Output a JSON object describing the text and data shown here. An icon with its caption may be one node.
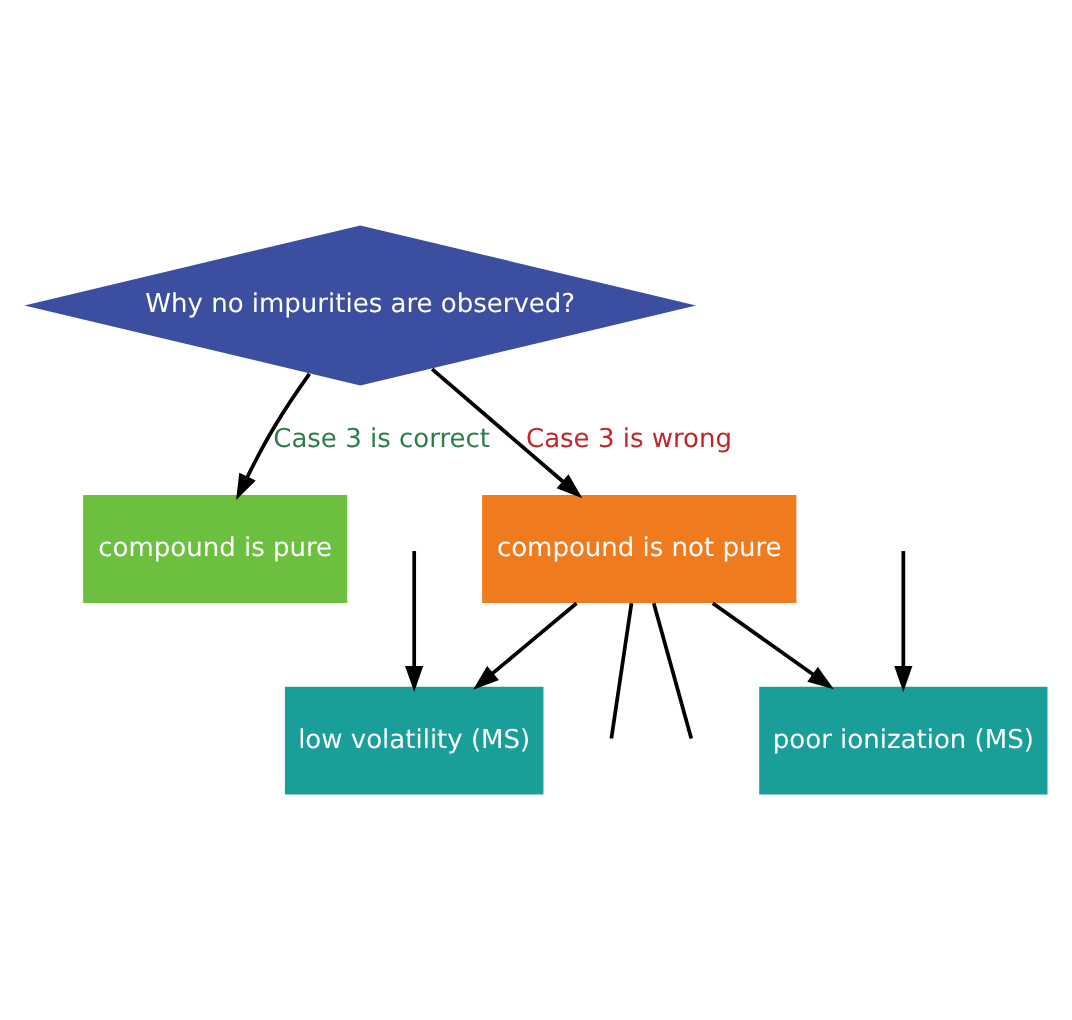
{
  "diagram": {
    "nodes": [
      {
        "text": [
          "Why no impurities are observed?"
        ]
      },
      {
        "text": [
          "compound is pure"
        ]
      },
      {
        "text": [
          "compound is not pure"
        ]
      },
      {
        "text": [
          "low volatility (MS)"
        ]
      },
      {
        "text": [
          "poor ionization (MS)"
        ]
      }
    ],
    "edges": [
      {
        "from": 0,
        "to": 1,
        "arrow": "to",
        "label": "Case 3 is correct"
      },
      {
        "from": 0,
        "to": 2,
        "arrow": "to",
        "label": "Case 3 is wrong"
      },
      {
        "from": 2,
        "to": 3,
        "arrow": "to"
      },
      {
        "from": 2,
        "to": 4,
        "arrow": "to"
      },
      {
        "from": 2,
        "to": null,
        "arrow": "none"
      },
      {
        "from": 2,
        "to": null,
        "arrow": "none"
      },
      {
        "from": null,
        "to": 3,
        "arrow": "to"
      },
      {
        "from": null,
        "to": 4,
        "arrow": "to"
      }
    ]
  }
}
